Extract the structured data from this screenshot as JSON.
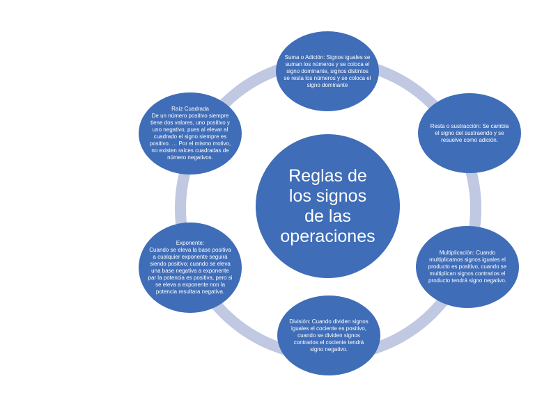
{
  "center": {
    "lines": [
      "Reglas de",
      "los signos",
      "de las",
      "operaciones"
    ]
  },
  "nodes": {
    "suma": {
      "title": "Suma o Adición:",
      "text": "Signos iguales se suman los números y se coloca el signo dominante, signos distintos se resta los números y se coloca el signo dominante"
    },
    "resta": {
      "title": "Resta o sustracción:",
      "text": "Se cambia el signo del sustraendo y se resuelve como adición."
    },
    "multiplicacion": {
      "title": "Multiplicación:",
      "text": "Cuando multiplicamos signos iguales el producto es positivo, cuando se multiplican signos contrarios el producto tendrá signo negativo."
    },
    "division": {
      "title": "División:",
      "text": "Cuando dividen signos iguales el cociente es positivo, cuando se dividen signos contrarios el cociente tendrá signo negativo."
    },
    "exponente": {
      "title": "Exponente:",
      "text": "Cuando se eleva la base positiva a cualquier exponente seguirá siendo positivo; cuando se eleva una base negativa a exponente par la potencia es positiva, pero si se eleva a exponente non la potencia resultara negativa."
    },
    "raiz": {
      "title": "Raíz Cuadrada",
      "text": "De un número positivo siempre tiene dos valores, uno positivo y uno negativo, pues al elevar al cuadrado el signo siempre es positivo. … Por el mismo motivo, no existen raíces cuadradas de número negativos."
    }
  },
  "colors": {
    "circle": "#3f6db8",
    "ring": "#c0c8e2",
    "text": "#ffffff"
  }
}
